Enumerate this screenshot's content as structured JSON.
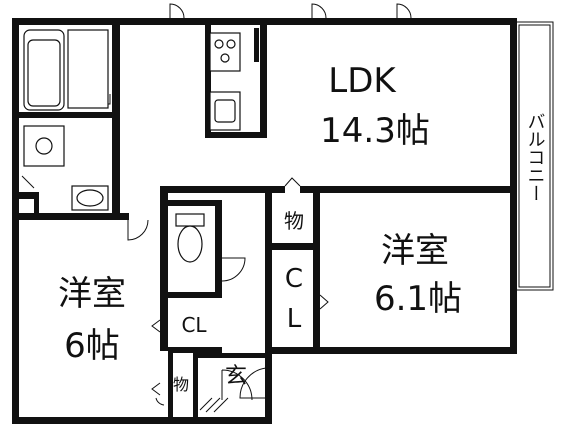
{
  "plan": {
    "ldk": {
      "name": "LDK",
      "size": "14.3帖"
    },
    "room_east": {
      "name": "洋室",
      "size": "6.1帖"
    },
    "room_west": {
      "name": "洋室",
      "size": "6帖"
    },
    "balcony": "バルコニー",
    "storage_upper": "物",
    "storage_lower": "物",
    "closet_east_1": "C",
    "closet_east_2": "L",
    "closet_center": "CL",
    "entrance": "玄"
  },
  "colors": {
    "wall": "#111111",
    "background": "#ffffff"
  }
}
